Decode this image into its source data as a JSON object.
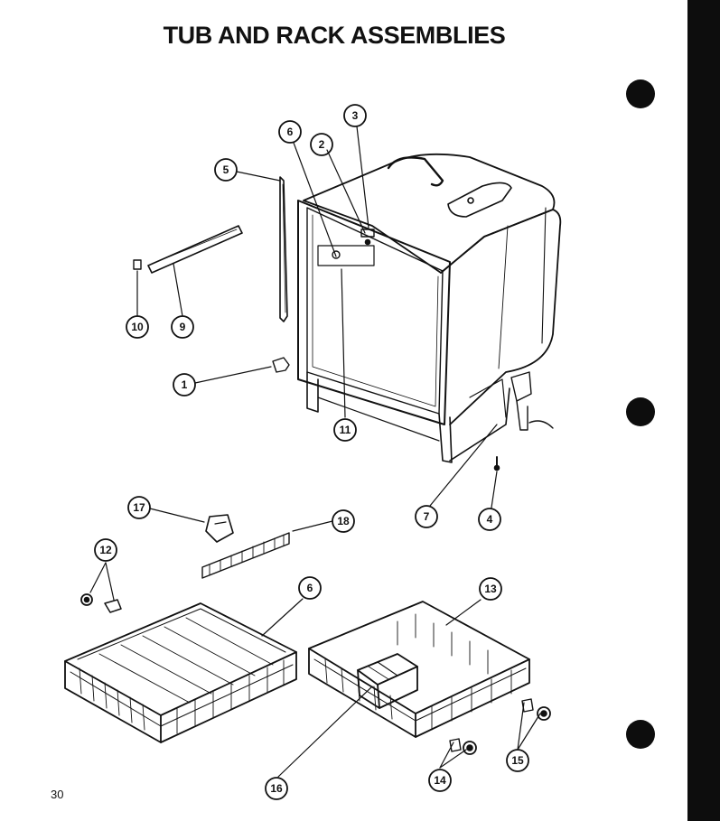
{
  "title": "TUB AND RACK ASSEMBLIES",
  "page_number": "30",
  "callouts": [
    {
      "id": "1",
      "label": "1"
    },
    {
      "id": "2",
      "label": "2"
    },
    {
      "id": "3",
      "label": "3"
    },
    {
      "id": "4",
      "label": "4"
    },
    {
      "id": "5",
      "label": "5"
    },
    {
      "id": "6",
      "label": "6"
    },
    {
      "id": "6b",
      "label": "6"
    },
    {
      "id": "7",
      "label": "7"
    },
    {
      "id": "9",
      "label": "9"
    },
    {
      "id": "10",
      "label": "10"
    },
    {
      "id": "11",
      "label": "11"
    },
    {
      "id": "12",
      "label": "12"
    },
    {
      "id": "13",
      "label": "13"
    },
    {
      "id": "14",
      "label": "14"
    },
    {
      "id": "15",
      "label": "15"
    },
    {
      "id": "16",
      "label": "16"
    },
    {
      "id": "17",
      "label": "17"
    },
    {
      "id": "18",
      "label": "18"
    }
  ]
}
